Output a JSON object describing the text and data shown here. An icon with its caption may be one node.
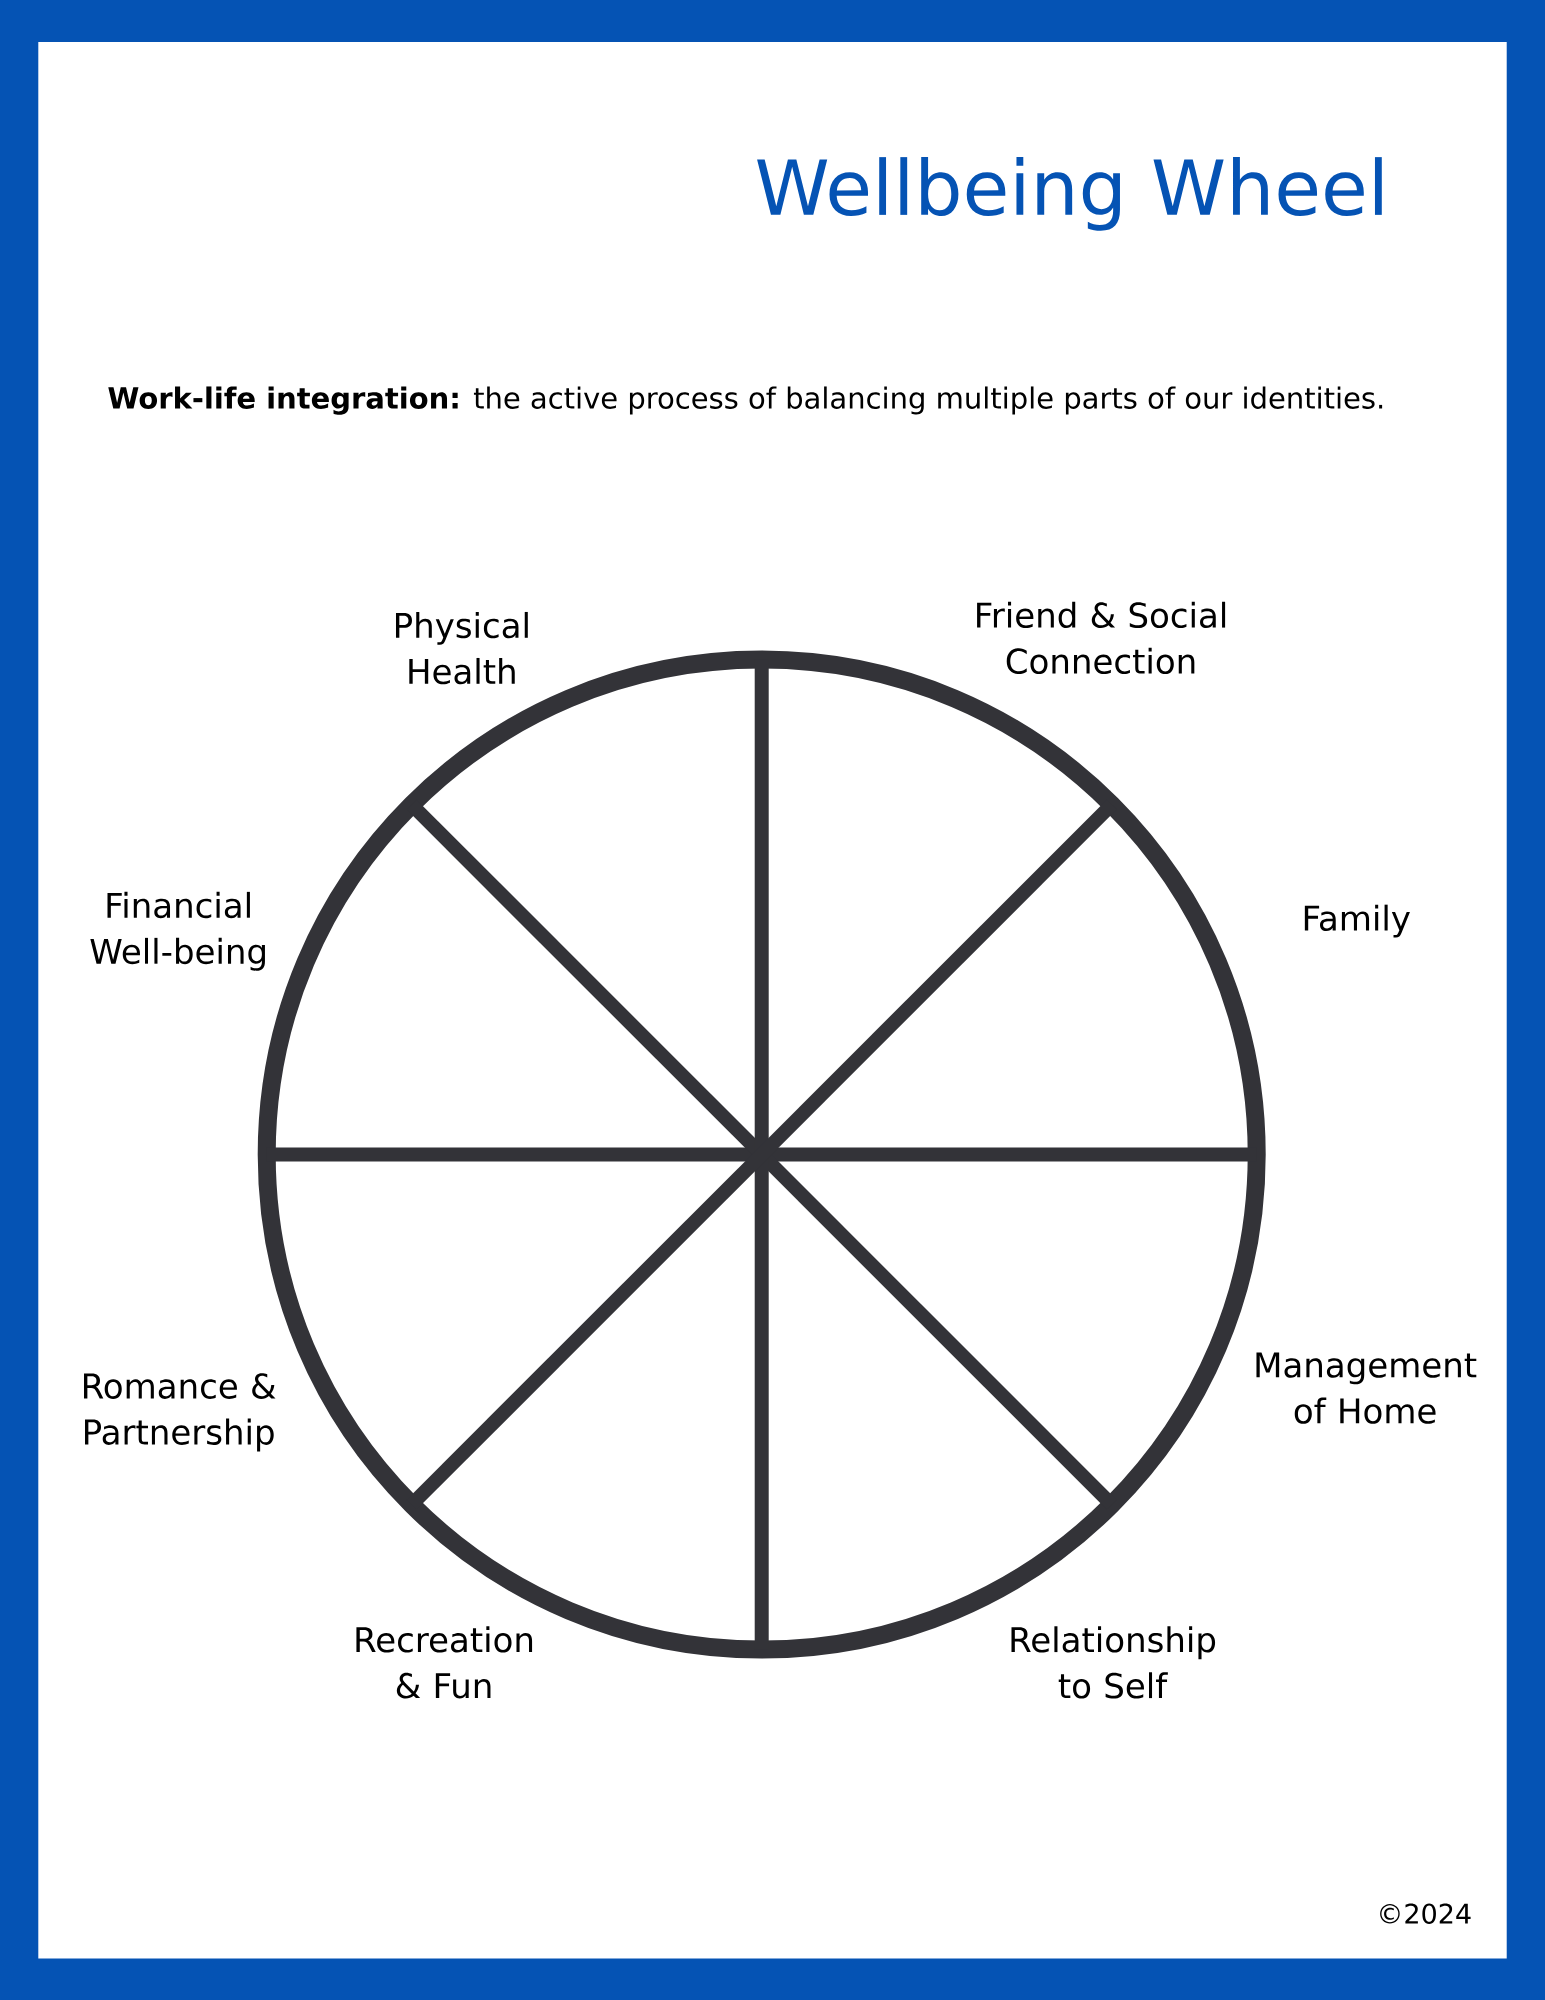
{
  "diagram": {
    "title": "Wellbeing Wheel",
    "labels": [
      "**Work-life integration:** the active process of balancing multiple parts of our identities.",
      "Physical Health",
      "Friend & Social Connection",
      "Financial Well-being",
      "Family",
      "Romance & Partnership",
      "Management of Home",
      "Recreation & Fun",
      "Relationship to Self",
      "©2024"
    ]
  }
}
